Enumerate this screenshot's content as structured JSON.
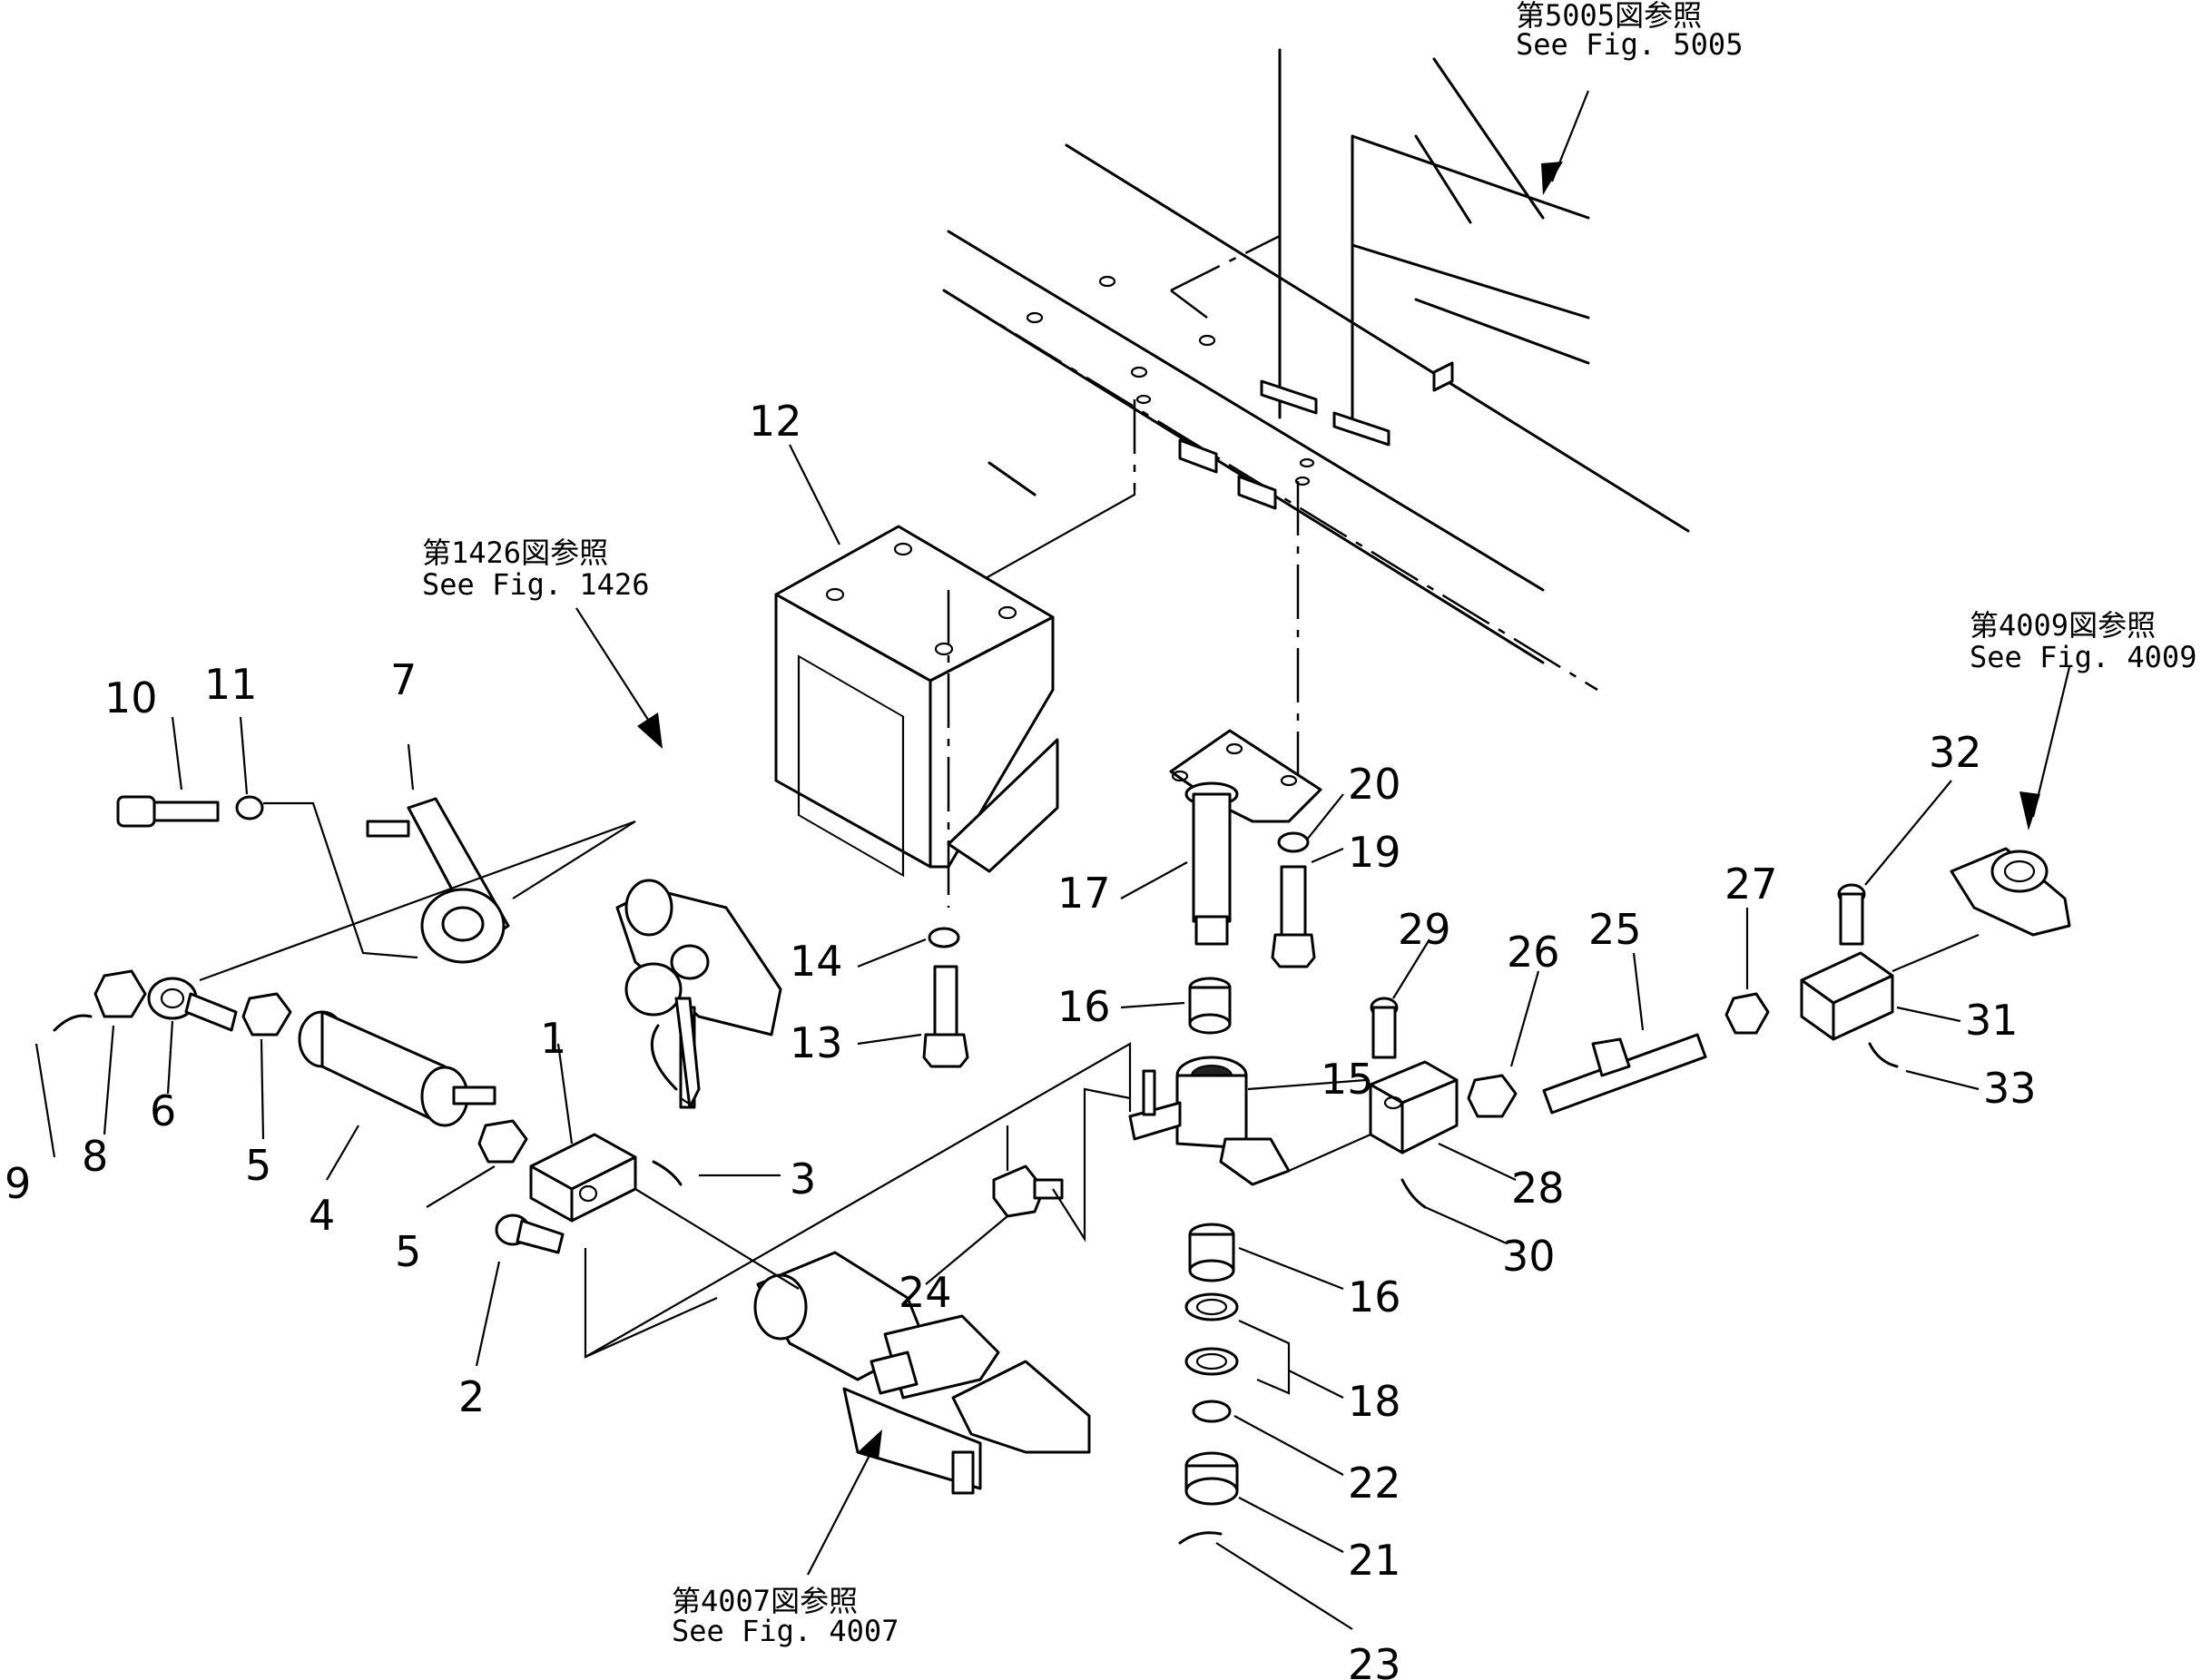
{
  "references": [
    {
      "id": "ref-5005",
      "jp": "第5005図参照",
      "en": "See  Fig. 5005"
    },
    {
      "id": "ref-1426",
      "jp": "第1426図参照",
      "en": "See  Fig. 1426"
    },
    {
      "id": "ref-4009",
      "jp": "第4009図参照",
      "en": "See  Fig. 4009"
    },
    {
      "id": "ref-4007",
      "jp": "第4007図参照",
      "en": "See  Fig. 4007"
    }
  ],
  "part_numbers": [
    "1",
    "2",
    "3",
    "4",
    "5",
    "5",
    "6",
    "7",
    "8",
    "9",
    "10",
    "11",
    "12",
    "13",
    "14",
    "15",
    "16",
    "16",
    "17",
    "18",
    "19",
    "20",
    "21",
    "22",
    "23",
    "24",
    "25",
    "26",
    "27",
    "28",
    "29",
    "30",
    "31",
    "32",
    "33"
  ]
}
